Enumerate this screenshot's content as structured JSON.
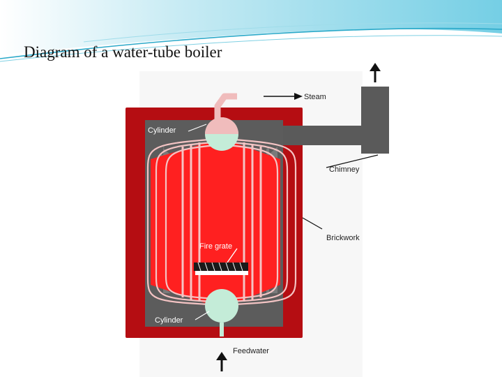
{
  "slide": {
    "title": "Diagram of a water-tube boiler"
  },
  "diagram": {
    "labels": {
      "steam": "Steam",
      "cylinder_top": "Cylinder",
      "chimney": "Chimney",
      "brickwork": "Brickwork",
      "fire_grate": "Fire grate",
      "cylinder_bottom": "Cylinder",
      "feedwater": "Feedwater"
    },
    "colors": {
      "brickwork": "#b50d12",
      "flue": "#5c5c5c",
      "fire": "#ff2020",
      "tubes": "#f4c4c4",
      "cylinder": "#c4ecd8",
      "steam_pipe": "#f0bcbc",
      "chimney": "#5a5a5a",
      "arrow": "#111111",
      "label": "#ffffff"
    }
  }
}
